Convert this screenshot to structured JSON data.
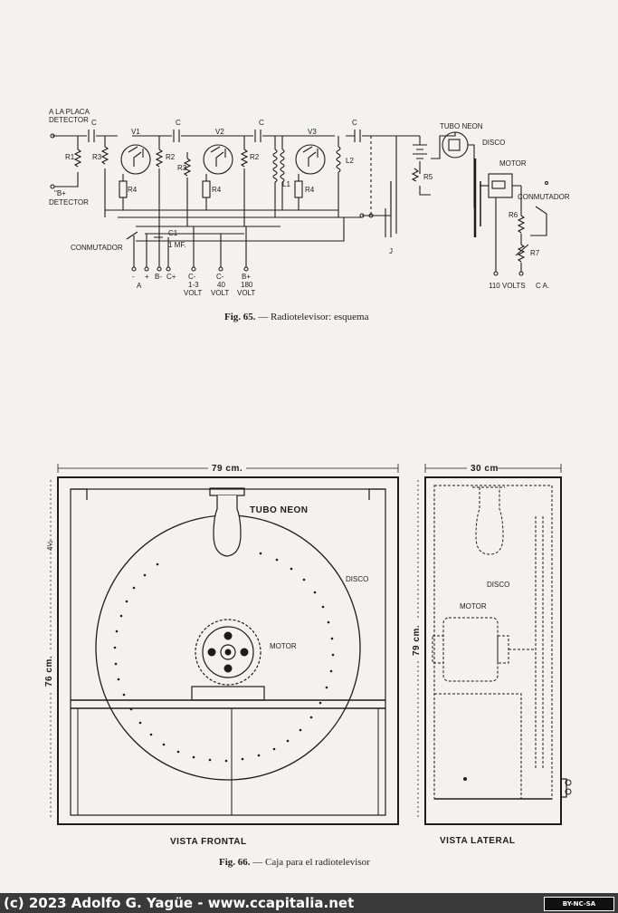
{
  "fig65": {
    "caption_num": "Fig. 65.",
    "caption_text": "— Radiotelevisor: esquema",
    "labels": {
      "a_la_placa": "A LA PLACA",
      "detector_top": "DETECTOR",
      "b_plus": "\"B+",
      "detector_bottom": "DETECTOR",
      "conmutador_left": "CONMUTADOR",
      "tubo_neon": "TUBO NEON",
      "disco": "DISCO",
      "motor": "MOTOR",
      "conmutador_right": "CONMUTADOR",
      "c1": "C1",
      "one_mf": "1 MF.",
      "v1": "V1",
      "v2": "V2",
      "v3": "V3",
      "c": "C",
      "r1": "R1",
      "r2": "R2",
      "r3": "R3",
      "r4": "R4",
      "r5": "R5",
      "r6": "R6",
      "r7": "R7",
      "l1": "L1",
      "l2": "L2",
      "j": "J",
      "plus_minus_minus": "-",
      "plus_minus_plus": "+",
      "a": "A",
      "b_minus": "B-",
      "c_plus": "C+",
      "c_minus_1": "C-",
      "volt_1_3": "1-3",
      "volt": "VOLT",
      "c_minus_2": "C-",
      "volt_40": "40",
      "b_plus_2": "B+",
      "volt_180": "180",
      "volts_110": "110 VOLTS",
      "ca": "C A."
    }
  },
  "fig66": {
    "caption_num": "Fig. 66.",
    "caption_text": "— Caja para el radiotelevisor",
    "width_front": "79 cm.",
    "height_front": "76 cm.",
    "height_side": "79 cm.",
    "width_side": "30 cm",
    "tubo_neon": "TUBO NEON",
    "disco_front": "DISCO",
    "motor_front": "MOTOR",
    "disco_side": "DISCO",
    "motor_side": "MOTOR",
    "vista_frontal": "VISTA FRONTAL",
    "vista_lateral": "VISTA LATERAL",
    "small_dim": "4½"
  },
  "footer": {
    "text": "(c) 2023 Adolfo G. Yagüe - www.ccapitalia.net",
    "badge": "BY-NC-SA"
  }
}
